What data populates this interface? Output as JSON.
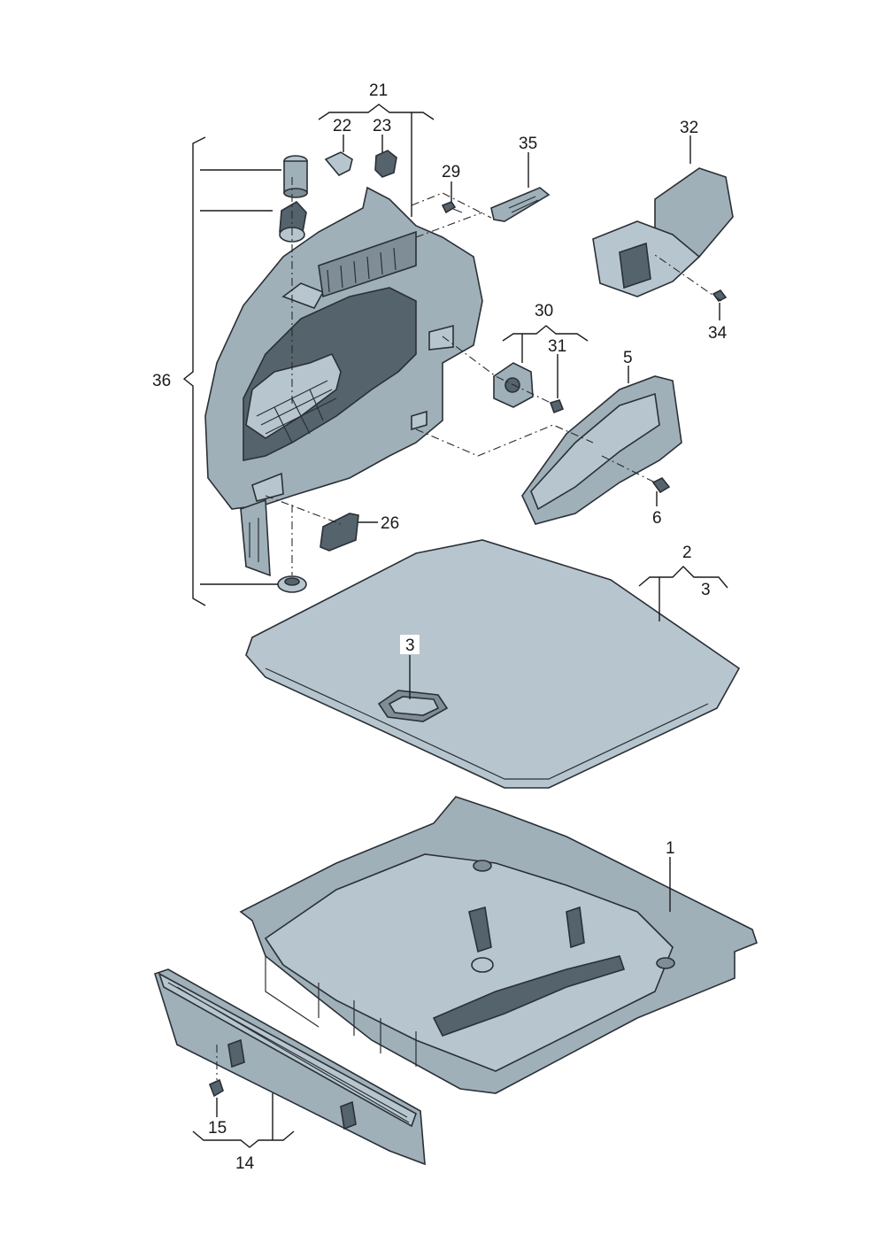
{
  "callouts": {
    "c1": "1",
    "c2": "2",
    "c3a": "3",
    "c3b": "3",
    "c5": "5",
    "c6": "6",
    "c14": "14",
    "c15": "15",
    "c21": "21",
    "c22": "22",
    "c23": "23",
    "c26": "26",
    "c29": "29",
    "c30": "30",
    "c31": "31",
    "c32": "32",
    "c34": "34",
    "c35": "35",
    "c36": "36"
  },
  "colors": {
    "part_fill": "#9fb0b9",
    "part_light": "#b7c6ce",
    "part_dark": "#55636c",
    "outline": "#2b3036",
    "label": "#1a1a1a"
  }
}
